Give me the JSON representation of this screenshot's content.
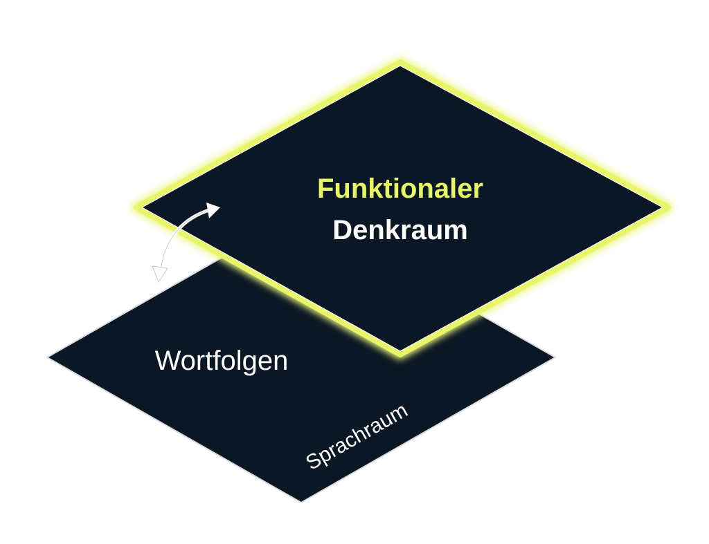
{
  "lower_plane": {
    "title": "Wortfolgen",
    "label": "Sprachraum"
  },
  "upper_plane": {
    "title_line1": "Funktionaler",
    "title_line2": "Denkraum"
  },
  "colors": {
    "plane_fill": "#0b1724",
    "highlight": "#e8f56a",
    "glow": "#e9f57a",
    "text": "#ffffff"
  },
  "icons": {
    "transition_arrow": "curved-double-arrow-icon"
  }
}
